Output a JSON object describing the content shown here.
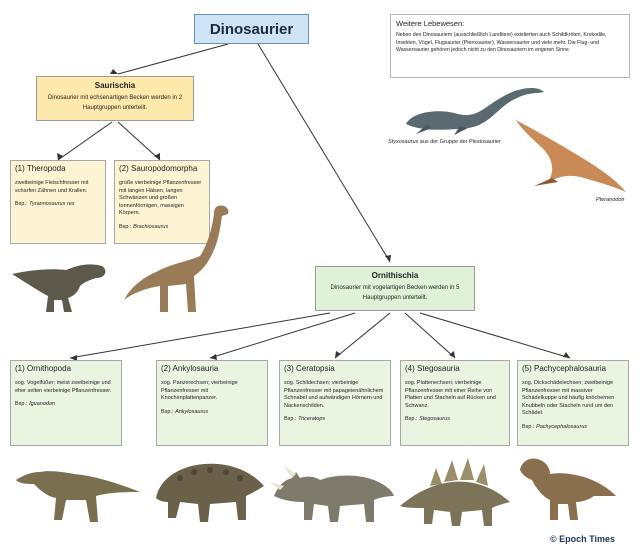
{
  "title": "Dinosaurier",
  "note": {
    "title": "Weitere Lebewesen:",
    "text": "Neben den Dinosauriern (ausschließlich Landtiere) existierten auch Schildkröten, Krokodile, Insekten, Vögel, Flugsaurier (Pterosaurier), Wassersaurier und viele mehr. Die Flug- und Wassersaurier gehören jedoch nicht zu den Dinosauriern im engeren Sinne."
  },
  "captions": {
    "styxosaurus_name": "Styxosaurus",
    "styxosaurus_rest": " aus der Gruppe der Plesiosaurier",
    "pteranodon": "Pteranodon"
  },
  "saurischia": {
    "title": "Saurischia",
    "desc": "Dinosaurier mit echsenartigen Becken werden in 2 Hauptgruppen unterteilt."
  },
  "ornithischia": {
    "title": "Ornithischia",
    "desc": "Dinosaurier mit vogelartigen Becken werden in 5 Hauptgruppen unterteilt."
  },
  "saurischia_groups": [
    {
      "title": "(1) Theropoda",
      "desc": "zweibeinige Fleischfresser mit scharfen Zähnen und Krallen.",
      "example_prefix": "Bsp.: ",
      "example": "Tyrannosaurus rex"
    },
    {
      "title": "(2) Sauropodomorpha",
      "desc": "große vierbeinige Pflanzenfresser mit langen Hälsen, langen Schwänzen und großen tonnenförmigen, massigen Körpern.",
      "example_prefix": "Bsp.: ",
      "example": "Brachiosaurus"
    }
  ],
  "ornithischia_groups": [
    {
      "title": "(1) Ornithopoda",
      "desc": "sog. Vogelfüßer; meist zweibeinige und eher selten vierbeinige Pflanzenfresser.",
      "example_prefix": "Bsp.: ",
      "example": "Iguanodon"
    },
    {
      "title": "(2) Ankylosauria",
      "desc": "sog. Panzerechsen; vierbeinige Pflanzenfresser mit Knochenplattenpanzer.",
      "example_prefix": "Bsp.: ",
      "example": "Ankylosaurus"
    },
    {
      "title": "(3) Ceratopsia",
      "desc": "sog. Schildechsen; vierbeinige Pflanzenfresser mit papageienähnlichem Schnabel und aufwändigen Hörnern und Nackenschilden.",
      "example_prefix": "Bsp.: ",
      "example": "Triceratops"
    },
    {
      "title": "(4) Stegosauria",
      "desc": "sog. Plattenechsen; vierbeinige Pflanzenfresser mit einer Reihe von Platten und Stacheln auf Rücken und Schwanz.",
      "example_prefix": "Bsp.: ",
      "example": "Stegosaurus"
    },
    {
      "title": "(5) Pachycephalosauria",
      "desc": "sog. Dickschädelechsen; zweibeinige Pflanzenfresser mit massiver Schädelkuppe und häufig knöchernen Knubbeln oder Stacheln rund um den Schädel.",
      "example_prefix": "Bsp.: ",
      "example": "Pachycephalosaurus"
    }
  ],
  "footer": "© Epoch Times"
}
